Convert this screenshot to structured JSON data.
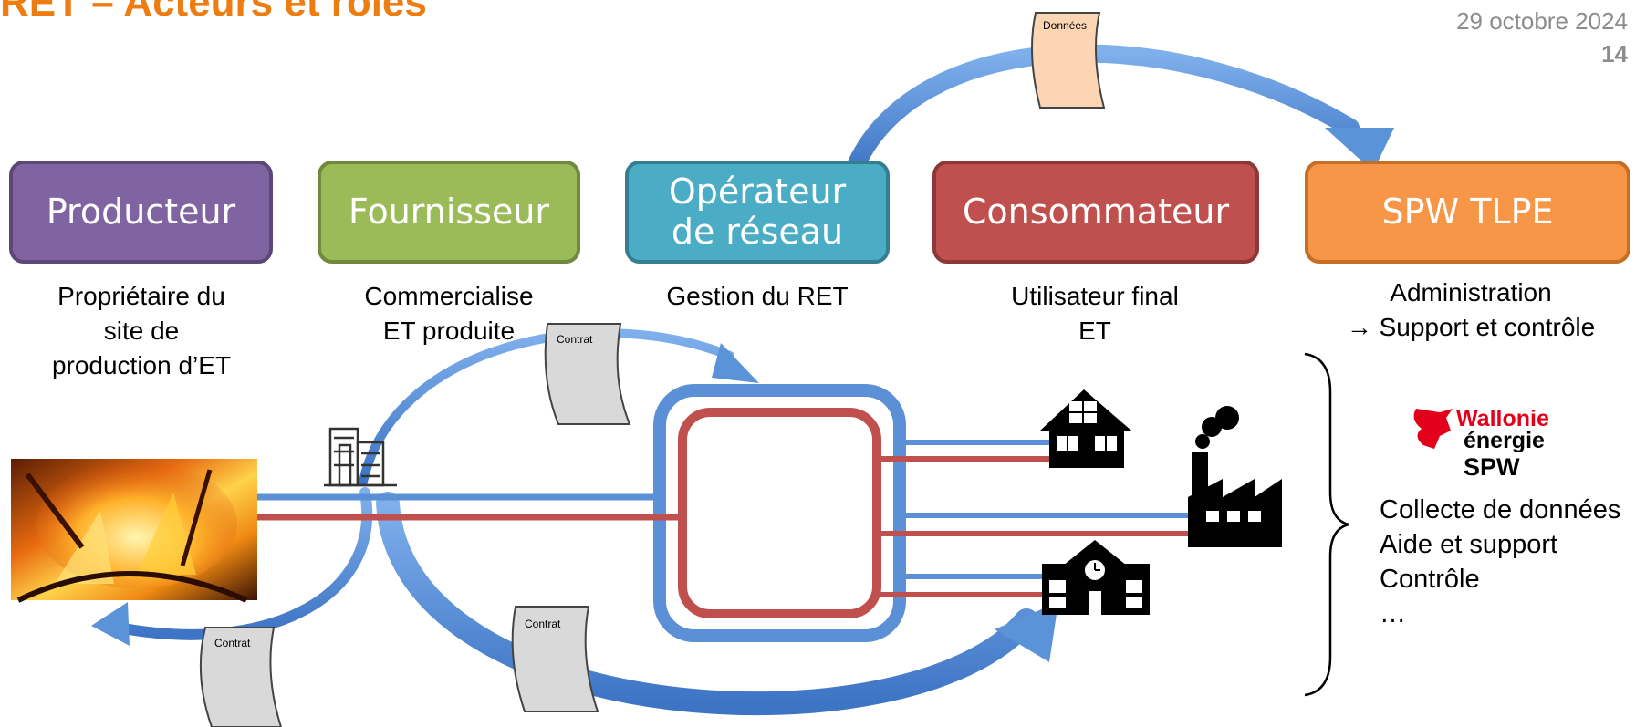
{
  "header": {
    "title": "RET – Acteurs et rôles",
    "date": "29 octobre 2024",
    "page_number": "14"
  },
  "actors": [
    {
      "name": "Producteur",
      "description": [
        "Propriétaire du",
        "site de",
        "production d’ET"
      ],
      "color": "#8064a2"
    },
    {
      "name": "Fournisseur",
      "description": [
        "Commercialise",
        "ET produite"
      ],
      "color": "#9bbb59"
    },
    {
      "name": "Opérateur de réseau",
      "name_lines": [
        "Opérateur",
        "de réseau"
      ],
      "description": [
        "Gestion du RET"
      ],
      "color": "#4bacc6"
    },
    {
      "name": "Consommateur",
      "description": [
        "Utilisateur final",
        "ET"
      ],
      "color": "#c0504d"
    },
    {
      "name": "SPW TLPE",
      "description": [
        "Administration",
        "→ Support et contrôle"
      ],
      "color": "#f79646"
    }
  ],
  "documents": {
    "data_label": "Données",
    "contract_label": "Contrat"
  },
  "logo": {
    "line1": "Wallonie",
    "line2": "énergie",
    "line3": "SPW"
  },
  "spw_tasks": [
    "Collecte de données",
    "Aide et support",
    "Contrôle",
    "…"
  ],
  "colors": {
    "title": "#ee7d11",
    "pipe_blue": "#5b8fd6",
    "pipe_red": "#c0504d",
    "arrow_blue": "#5b93d9",
    "data_doc": "#fcd5b4",
    "contract_doc": "#d9d9d9",
    "logo_red": "#e2001a"
  },
  "icons": [
    "fire-image",
    "office-building-icon",
    "house-icon",
    "factory-icon",
    "school-icon",
    "walloon-rooster-logo"
  ]
}
